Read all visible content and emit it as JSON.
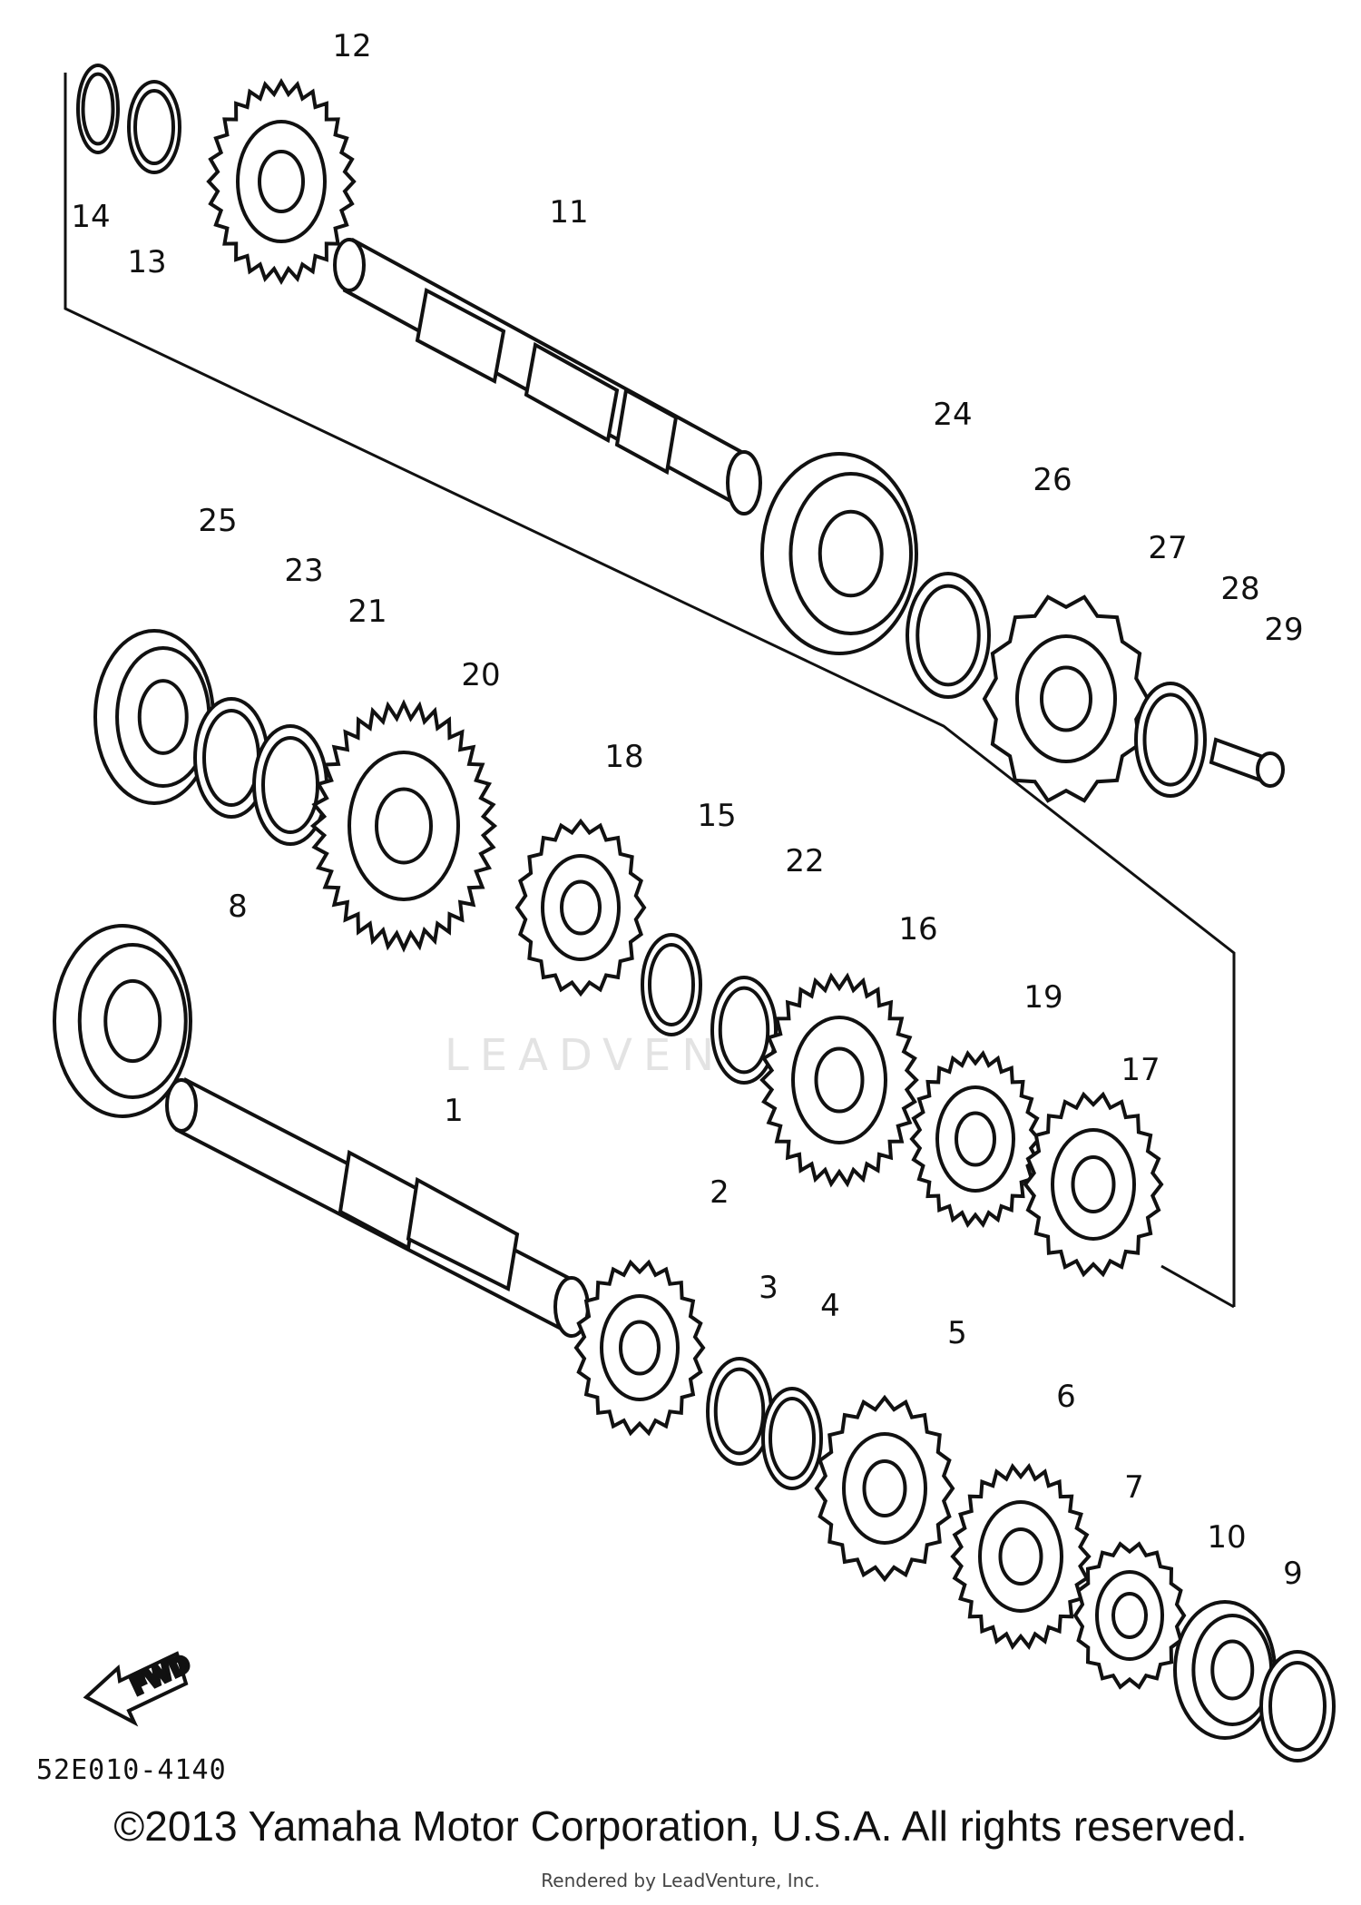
{
  "diagram": {
    "part_labels": [
      "1",
      "2",
      "3",
      "4",
      "5",
      "6",
      "7",
      "8",
      "9",
      "10",
      "11",
      "12",
      "13",
      "14",
      "15",
      "16",
      "17",
      "18",
      "19",
      "20",
      "21",
      "22",
      "23",
      "24",
      "25",
      "26",
      "27",
      "28",
      "29"
    ],
    "code": "52E010-4140",
    "fwd_label": "FWD"
  },
  "watermark": "LEADVENTURE",
  "footer": {
    "copyright": "©2013 Yamaha Motor Corporation, U.S.A. All rights reserved.",
    "rendered_by": "Rendered by LeadVenture, Inc."
  }
}
